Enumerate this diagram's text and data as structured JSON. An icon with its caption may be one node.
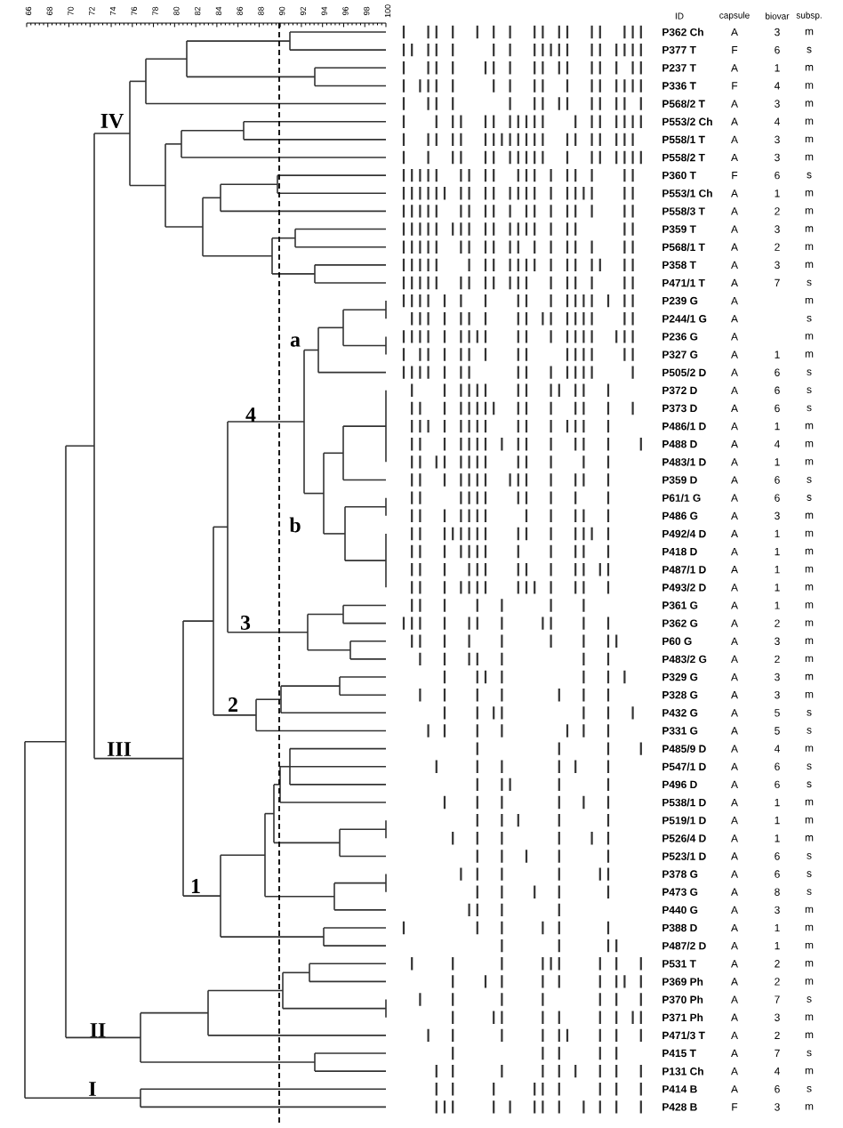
{
  "diagram": {
    "labels": [
      "66",
      "68",
      "70",
      "72",
      "74",
      "76",
      "78",
      "80",
      "82",
      "84",
      "86",
      "88",
      "90",
      "92",
      "94",
      "96",
      "98",
      "100",
      "IV",
      "a",
      "4",
      "b",
      "3",
      "2",
      "III",
      "1",
      "II",
      "I",
      "ID",
      "capsule",
      "biovar",
      "subsp.",
      "P362 Ch",
      "A",
      "3",
      "m",
      "P377 T",
      "F",
      "6",
      "s",
      "P237 T",
      "A",
      "1",
      "m",
      "P336 T",
      "F",
      "4",
      "m",
      "P568/2 T",
      "A",
      "3",
      "m",
      "P553/2 Ch",
      "A",
      "4",
      "m",
      "P558/1 T",
      "A",
      "3",
      "m",
      "P558/2 T",
      "A",
      "3",
      "m",
      "P360 T",
      "F",
      "6",
      "s",
      "P553/1 Ch",
      "A",
      "1",
      "m",
      "P558/3 T",
      "A",
      "2",
      "m",
      "P359 T",
      "A",
      "3",
      "m",
      "P568/1 T",
      "A",
      "2",
      "m",
      "P358 T",
      "A",
      "3",
      "m",
      "P471/1 T",
      "A",
      "7",
      "s",
      "P239 G",
      "A",
      "m",
      "P244/1 G",
      "A",
      "s",
      "P236 G",
      "A",
      "m",
      "P327 G",
      "A",
      "1",
      "m",
      "P505/2 D",
      "A",
      "6",
      "s",
      "P372 D",
      "A",
      "6",
      "s",
      "P373 D",
      "A",
      "6",
      "s",
      "P486/1 D",
      "A",
      "1",
      "m",
      "P488 D",
      "A",
      "4",
      "m",
      "P483/1 D",
      "A",
      "1",
      "m",
      "P359 D",
      "A",
      "6",
      "s",
      "P61/1 G",
      "A",
      "6",
      "s",
      "P486 G",
      "A",
      "3",
      "m",
      "P492/4 D",
      "A",
      "1",
      "m",
      "P418 D",
      "A",
      "1",
      "m",
      "P487/1 D",
      "A",
      "1",
      "m",
      "P493/2 D",
      "A",
      "1",
      "m",
      "P361 G",
      "A",
      "1",
      "m",
      "P362 G",
      "A",
      "2",
      "m",
      "P60 G",
      "A",
      "3",
      "m",
      "P483/2 G",
      "A",
      "2",
      "m",
      "P329 G",
      "A",
      "3",
      "m",
      "P328 G",
      "A",
      "3",
      "m",
      "P432 G",
      "A",
      "5",
      "s",
      "P331 G",
      "A",
      "5",
      "s",
      "P485/9 D",
      "A",
      "4",
      "m",
      "P547/1 D",
      "A",
      "6",
      "s",
      "P496 D",
      "A",
      "6",
      "s",
      "P538/1 D",
      "A",
      "1",
      "m",
      "P519/1 D",
      "A",
      "1",
      "m",
      "P526/4 D",
      "A",
      "1",
      "m",
      "P523/1 D",
      "A",
      "6",
      "s",
      "P378 G",
      "A",
      "6",
      "s",
      "P473 G",
      "A",
      "8",
      "s",
      "P440 G",
      "A",
      "3",
      "m",
      "P388 D",
      "A",
      "1",
      "m",
      "P487/2 D",
      "A",
      "1",
      "m",
      "P531 T",
      "A",
      "2",
      "m",
      "P369 Ph",
      "A",
      "2",
      "m",
      "P370 Ph",
      "A",
      "7",
      "s",
      "P371 Ph",
      "A",
      "3",
      "m",
      "P471/3 T",
      "A",
      "2",
      "m",
      "P415 T",
      "A",
      "7",
      "s",
      "P131 Ch",
      "A",
      "4",
      "m",
      "P414 B",
      "A",
      "6",
      "s",
      "P428 B",
      "F",
      "3",
      "m"
    ]
  }
}
